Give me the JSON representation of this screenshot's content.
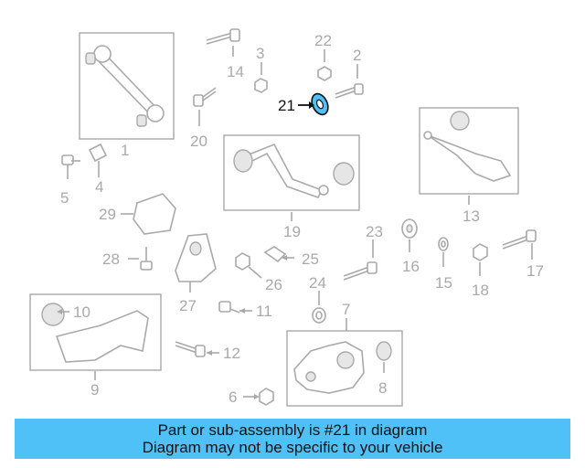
{
  "labels": {
    "p1": "1",
    "p2": "2",
    "p3": "3",
    "p4": "4",
    "p5": "5",
    "p6": "6",
    "p7": "7",
    "p8": "8",
    "p9": "9",
    "p10": "10",
    "p11": "11",
    "p12": "12",
    "p13": "13",
    "p14": "14",
    "p15": "15",
    "p16": "16",
    "p17": "17",
    "p18": "18",
    "p19": "19",
    "p20": "20",
    "p21": "21",
    "p22": "22",
    "p23": "23",
    "p24": "24",
    "p25": "25",
    "p26": "26",
    "p27": "27",
    "p28": "28",
    "p29": "29"
  },
  "highlight": {
    "part": "21",
    "color": "#4fc1f6"
  },
  "banner": {
    "line1": "Part or sub-assembly is #21 in diagram",
    "line2": "Diagram may not be specific to your vehicle",
    "color": "#4fc1f6"
  }
}
